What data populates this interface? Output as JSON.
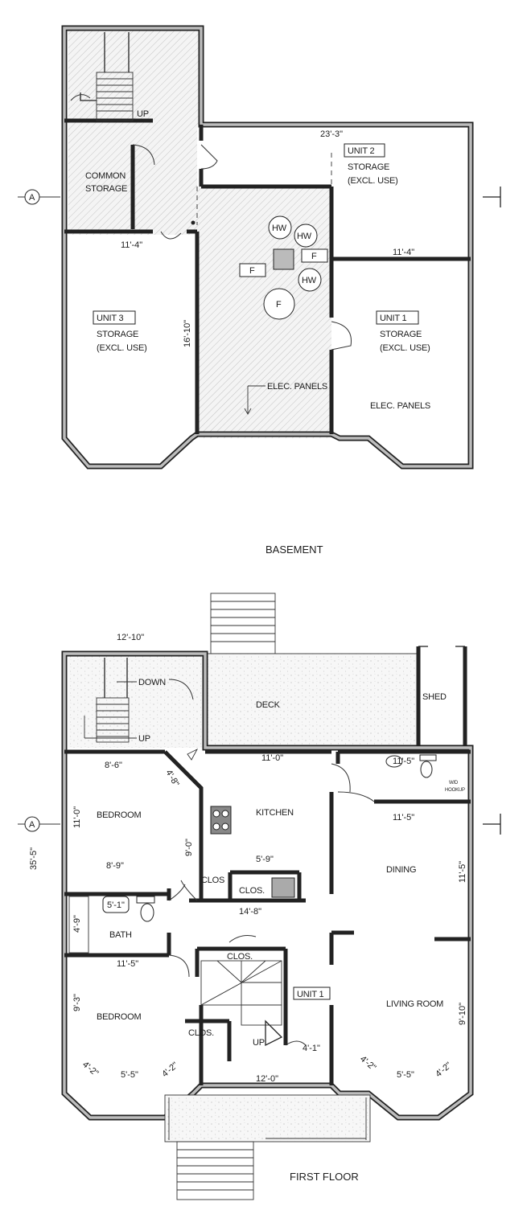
{
  "basement": {
    "title": "BASEMENT",
    "rooms": {
      "common_storage": [
        "COMMON",
        "STORAGE"
      ],
      "unit2": [
        "UNIT 2",
        "STORAGE",
        "(EXCL. USE)"
      ],
      "unit3": [
        "UNIT 3",
        "STORAGE",
        "(EXCL. USE)"
      ],
      "unit1": [
        "UNIT 1",
        "STORAGE",
        "(EXCL. USE)"
      ],
      "elec_panels_hall": "ELEC. PANELS",
      "elec_panels_unit1": "ELEC. PANELS"
    },
    "stair_label": "UP",
    "section_marker": "A",
    "equipment": {
      "hw": "HW",
      "f": "F"
    },
    "dimensions": {
      "unit2_width": "23'-3\"",
      "unit1_width": "11'-4\"",
      "unit3_width": "11'-4\"",
      "hall_length": "16'-10\""
    }
  },
  "first_floor": {
    "title": "FIRST FLOOR",
    "rooms": {
      "deck": "DECK",
      "shed": "SHED",
      "kitchen": "KITCHEN",
      "bedroom1": "BEDROOM",
      "bedroom2": "BEDROOM",
      "dining": "DINING",
      "living": "LIVING ROOM",
      "bath": "BATH",
      "clos_a": "CLOS",
      "clos_b": "CLOS.",
      "clos_c": "CLOS.",
      "clos_d": "CLOS.",
      "unit": "UNIT 1",
      "wd": [
        "W/D",
        "HOOKUP"
      ]
    },
    "stair_labels": {
      "down": "DOWN",
      "up_rear": "UP",
      "up_front": "UP"
    },
    "section_marker": "A",
    "dimensions": {
      "rear_stair": "12'-10\"",
      "overall_depth": "35'-5\"",
      "bed1_width": "8'-6\"",
      "bed1_depth": "11'-0\"",
      "bed1_length": "8'-9\"",
      "kitchen_diag": "4'-8\"",
      "kitchen_width": "11'-0\"",
      "kitchen_depth": "9'-0\"",
      "counter": "5'-9\"",
      "kitchen_len": "14'-8\"",
      "bath_depth": "4'-9\"",
      "tub": "5'-1\"",
      "laundry": "11'-5\"",
      "dining_width": "11'-5\"",
      "dining_depth": "11'-5\"",
      "bed2_width": "11'-5\"",
      "bed2_depth": "9'-3\"",
      "bed2_bay_a": "4'-2\"",
      "bed2_bay_b": "5'-5\"",
      "bed2_bay_c": "4'-2\"",
      "living_depth": "9'-10\"",
      "living_bay_a": "4'-2\"",
      "living_bay_b": "5'-5\"",
      "living_bay_c": "4'-2\"",
      "porch_width": "12'-0\"",
      "entry": "4'-1\""
    }
  }
}
